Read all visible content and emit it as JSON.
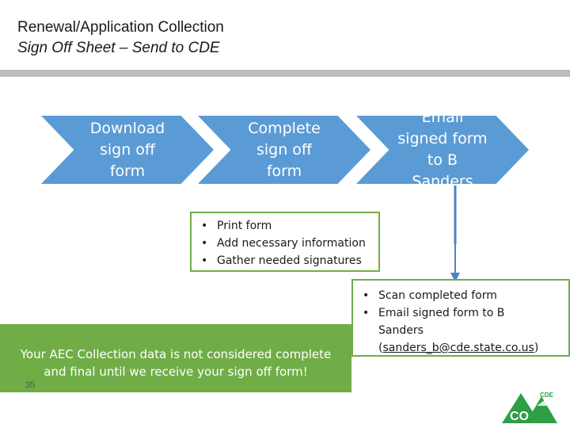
{
  "header": {
    "title": "Renewal/Application Collection",
    "subtitle": "Sign Off Sheet – Send to CDE"
  },
  "steps": [
    {
      "lines": [
        "Download",
        "sign off",
        "form"
      ]
    },
    {
      "lines": [
        "Complete",
        "sign off",
        "form"
      ]
    },
    {
      "lines": [
        "Email",
        "signed form",
        "to B",
        "Sanders"
      ]
    }
  ],
  "callout_complete": {
    "items": [
      "Print form",
      "Add necessary information",
      "Gather needed signatures"
    ]
  },
  "callout_email": {
    "item1": "Scan completed form",
    "item2_line1": "Email signed form to B",
    "item2_line2": "Sanders",
    "open_paren": "(",
    "email": "sanders_b@cde.state.co.us",
    "close_paren": ")"
  },
  "notice": {
    "line1": "Your AEC Collection data is not considered complete",
    "line2": "and final until we receive your sign off form!"
  },
  "footer": {
    "page_number": "35"
  },
  "logo": {
    "top_text": "CDE",
    "main_text": "CO"
  },
  "colors": {
    "chevron": "#5b9bd5",
    "accent_green": "#70ad47",
    "connector": "#4a86c7",
    "title_bar": "#bdbdbd",
    "logo_green": "#2e9e47"
  },
  "bullet_glyph": "•"
}
